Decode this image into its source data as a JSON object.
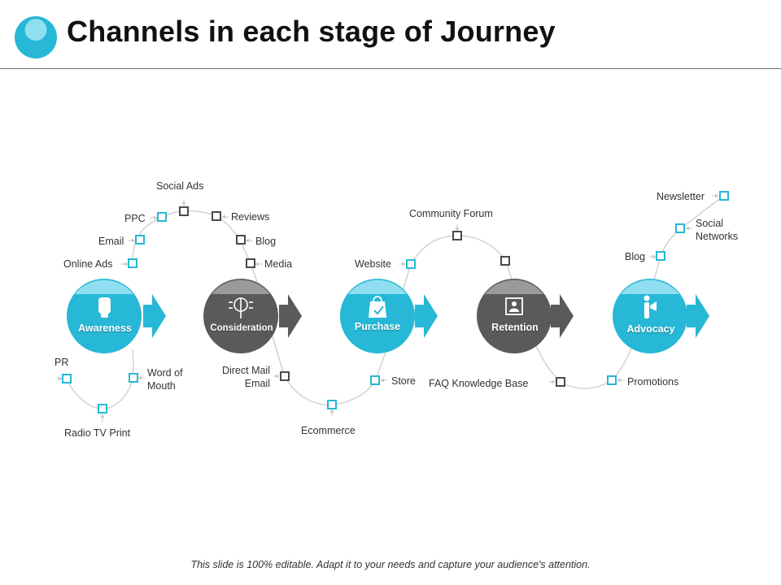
{
  "header": {
    "title": "Channels in each stage of Journey"
  },
  "footer": {
    "note": "This slide is 100% editable. Adapt it to your needs and capture your audience's attention."
  },
  "stages": [
    {
      "label": "Awareness",
      "icon": "hand-icon",
      "color": "#26b8d6"
    },
    {
      "label": "Consideration",
      "icon": "brain-circuit-icon",
      "color": "#5a5a5a"
    },
    {
      "label": "Purchase",
      "icon": "shopping-bag-icon",
      "color": "#26b8d6"
    },
    {
      "label": "Retention",
      "icon": "refresh-person-icon",
      "color": "#5a5a5a"
    },
    {
      "label": "Advocacy",
      "icon": "megaphone-person-icon",
      "color": "#26b8d6"
    }
  ],
  "channels": {
    "awareness": [
      "Online Ads",
      "Email",
      "PPC",
      "PR",
      "Word of Mouth",
      "Radio TV Print"
    ],
    "consideration": [
      "Social Ads",
      "Reviews",
      "Blog",
      "Media",
      "Direct Mail Email"
    ],
    "purchase": [
      "Website",
      "Community Forum",
      "Store",
      "Ecommerce"
    ],
    "retention": [
      "FAQ Knowledge Base"
    ],
    "advocacy": [
      "Newsletter",
      "Social Networks",
      "Blog",
      "Promotions"
    ]
  }
}
